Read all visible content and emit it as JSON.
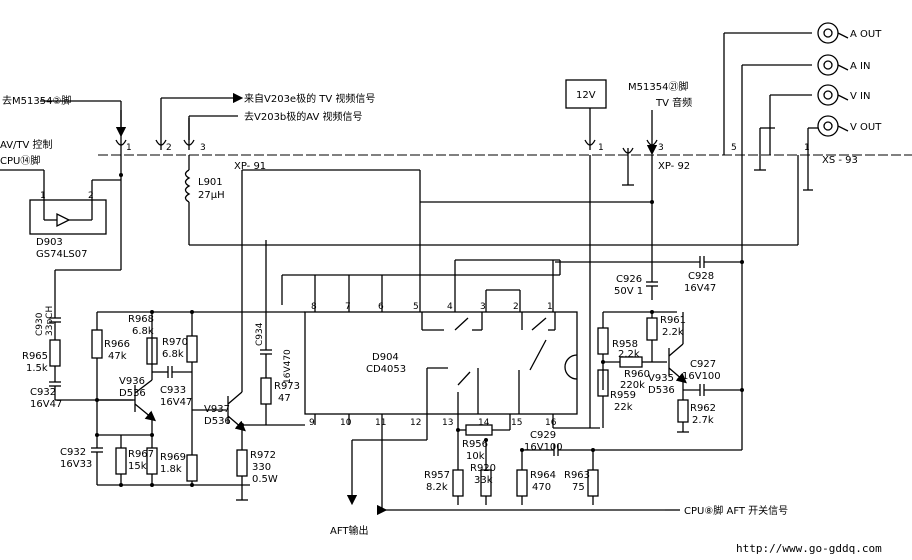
{
  "top_labels": {
    "to_m51354_pin2": "去M51354②脚",
    "from_v203e_tv": "来自V203e极的 TV 视频信号",
    "to_v203b_av": "去V203b极的AV 视频信号",
    "av_tv_control": "AV/TV 控制",
    "cpu_pin14": "CPU⑭脚",
    "m51354_pin21": "M51354㉑脚",
    "tv_audio": "TV 音频"
  },
  "connectors": {
    "xp91": "XP- 91",
    "xp92": "XP- 92",
    "xs93": "XS - 93",
    "supply_12v": "12V",
    "a_out": "A OUT",
    "a_in": "A IN",
    "v_in": "V IN",
    "v_out": "V OUT"
  },
  "pins": {
    "p1": "1",
    "p2": "2",
    "p3": "3",
    "p5": "5",
    "ic_top": [
      "8",
      "7",
      "6",
      "5",
      "4",
      "3",
      "2",
      "1"
    ],
    "ic_bottom": [
      "9",
      "10",
      "11",
      "12",
      "13",
      "14",
      "15",
      "16"
    ]
  },
  "components": {
    "d903": "D903",
    "d903_part": "GS74LS07",
    "l901": "L901",
    "l901_val": "27μH",
    "c930": "C930",
    "c930_val": "33pCH",
    "r965": "R965",
    "r965_val": "1.5k",
    "r966": "R966",
    "r966_val": "47k",
    "r968": "R968",
    "r968_val": "6.8k",
    "r970": "R970",
    "r970_val": "6.8k",
    "c932a": "C932",
    "c932a_val": "16V47",
    "v936": "V936",
    "v936_part": "D536",
    "c933": "C933",
    "c933_val": "16V47",
    "c932b": "C932",
    "c932b_val": "16V33",
    "r967": "R967",
    "r967_val": "15k",
    "r969": "R969",
    "r969_val": "1.8k",
    "v937": "V937",
    "v937_part": "D536",
    "c934": "C934",
    "c934_val": "16V470",
    "r973": "R973",
    "r973_val": "47",
    "r972": "R972",
    "r972_val": "330",
    "r972_pw": "0.5W",
    "d904": "D904",
    "d904_part": "CD4053",
    "r956": "R956",
    "r956_val": "10k",
    "r957": "R957",
    "r957_val": "8.2k",
    "r920": "R920",
    "r920_val": "33k",
    "r964": "R964",
    "r964_val": "470",
    "r963": "R963",
    "r963_val": "75",
    "c929": "C929",
    "c929_val": "16V100",
    "c926": "C926",
    "c926_val": "50V 1",
    "c928": "C928",
    "c928_val": "16V47",
    "r961": "R961",
    "r961_val": "2.2k",
    "r958": "R958",
    "r958_val": "2.2k",
    "r960": "R960",
    "r960_val": "220k",
    "r959": "R959",
    "r959_val": "22k",
    "v935": "V935",
    "v935_part": "D536",
    "c927": "C927",
    "c927_val": "16V100",
    "r962": "R962",
    "r962_val": "2.7k"
  },
  "bottom_labels": {
    "aft_output": "AFT输出",
    "cpu_pin8_aft": "CPU⑧脚 AFT 开关信号",
    "watermark": "http://www.go-gddq.com"
  }
}
